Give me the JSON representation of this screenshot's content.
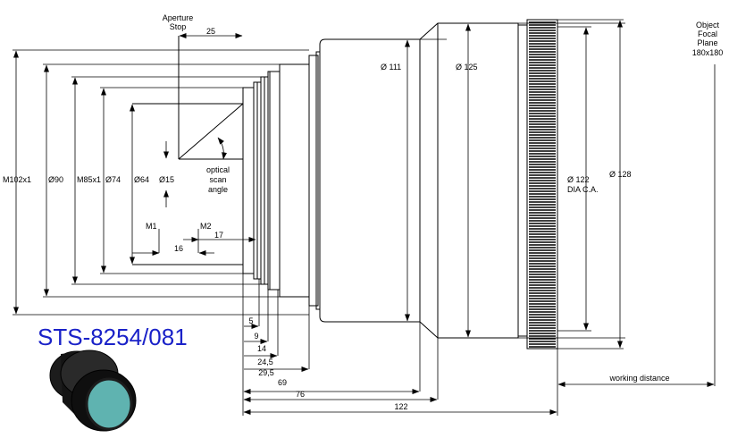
{
  "product_code": "STS-8254/081",
  "colors": {
    "line": "#000000",
    "title": "#1a22c8",
    "lens_glass": "#5fb3b0",
    "lens_body": "#1c1c1c"
  },
  "labels": {
    "aperture_stop_line1": "Aperture",
    "aperture_stop_line2": "Stop",
    "object_focal_plane_line1": "Object",
    "object_focal_plane_line2": "Focal",
    "object_focal_plane_line3": "Plane",
    "object_focal_plane_size": "180x180",
    "optical_scan_angle_line1": "optical",
    "optical_scan_angle_line2": "scan",
    "optical_scan_angle_line3": "angle",
    "working_distance": "working distance",
    "dia_ca": "DIA C.A.",
    "m1": "M1",
    "m2": "M2"
  },
  "diameters": {
    "m102": "M102x1",
    "d90": "Ø90",
    "m85": "M85x1",
    "d74": "Ø74",
    "d64": "Ø64",
    "d15": "Ø15",
    "d111": "Ø 111",
    "d125": "Ø 125",
    "d122": "Ø 122",
    "d128": "Ø 128"
  },
  "lengths": {
    "l25": "25",
    "l17": "17",
    "l16": "16",
    "l5": "5",
    "l9": "9",
    "l14": "14",
    "l24_5": "24,5",
    "l29_5": "29,5",
    "l69": "69",
    "l76": "76",
    "l122": "122"
  }
}
